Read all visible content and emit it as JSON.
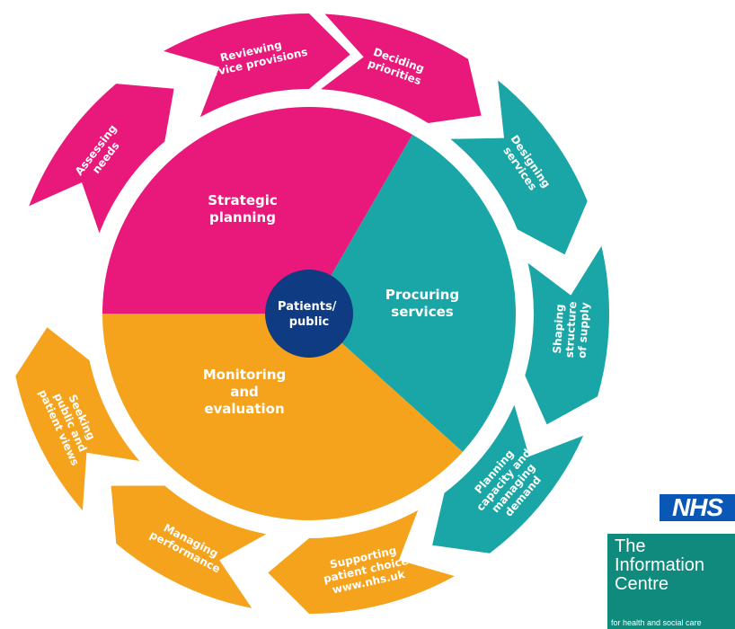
{
  "colors": {
    "magenta": "#e8197a",
    "teal": "#1aa6a6",
    "orange": "#f5a31c",
    "navy": "#0f3b82",
    "nhs_blue": "#0a57b6",
    "ic_teal": "#0f8a7c"
  },
  "center": {
    "label": [
      "Patients/",
      "public"
    ]
  },
  "segments": [
    {
      "id": "strategic",
      "label": [
        "Strategic",
        "planning"
      ],
      "color": "magenta"
    },
    {
      "id": "procuring",
      "label": [
        "Procuring",
        "services"
      ],
      "color": "teal"
    },
    {
      "id": "monitoring",
      "label": [
        "Monitoring",
        "and",
        "evaluation"
      ],
      "color": "orange"
    }
  ],
  "cycle_steps": [
    {
      "id": "assessing-needs",
      "label": [
        "Assessing",
        "needs"
      ],
      "color": "magenta"
    },
    {
      "id": "reviewing-service-provisions",
      "label": [
        "Reviewing",
        "service provisions"
      ],
      "color": "magenta"
    },
    {
      "id": "deciding-priorities",
      "label": [
        "Deciding",
        "priorities"
      ],
      "color": "magenta"
    },
    {
      "id": "designing-services",
      "label": [
        "Designing",
        "services"
      ],
      "color": "teal"
    },
    {
      "id": "shaping-structure-of-supply",
      "label": [
        "Shaping",
        "structure",
        "of supply"
      ],
      "color": "teal"
    },
    {
      "id": "planning-capacity",
      "label": [
        "Planning",
        "capacity and",
        "managing",
        "demand"
      ],
      "color": "teal"
    },
    {
      "id": "supporting-patient-choice",
      "label": [
        "Supporting",
        "patient choice",
        "www.nhs.uk"
      ],
      "color": "orange"
    },
    {
      "id": "managing-performance",
      "label": [
        "Managing",
        "performance"
      ],
      "color": "orange"
    },
    {
      "id": "seeking-views",
      "label": [
        "Seeking",
        "public and",
        "patient views"
      ],
      "color": "orange"
    }
  ],
  "logo": {
    "nhs": "NHS",
    "org_name": "The\nInformation\nCentre",
    "tagline": "for health and social care"
  }
}
